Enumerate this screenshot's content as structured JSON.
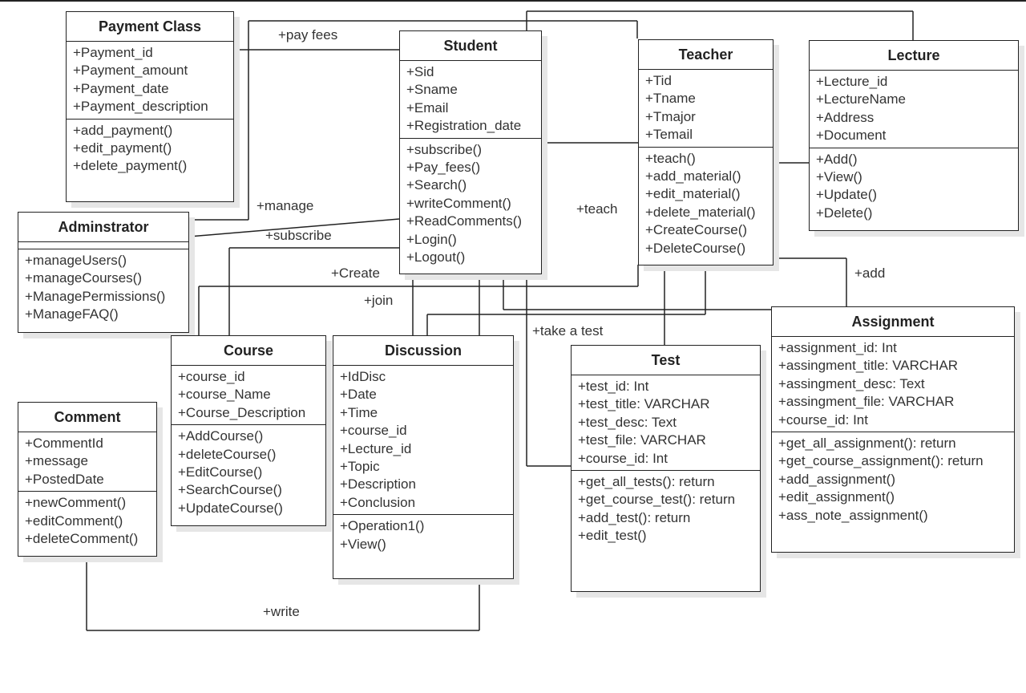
{
  "classes": {
    "payment": {
      "name": "Payment Class",
      "attributes": [
        "+Payment_id",
        "+Payment_amount",
        "+Payment_date",
        "+Payment_description"
      ],
      "operations": [
        "+add_payment()",
        "+edit_payment()",
        "+delete_payment()"
      ]
    },
    "student": {
      "name": "Student",
      "attributes": [
        "+Sid",
        "+Sname",
        "+Email",
        "+Registration_date"
      ],
      "operations": [
        "+subscribe()",
        "+Pay_fees()",
        "+Search()",
        "+writeComment()",
        "+ReadComments()",
        "+Login()",
        "+Logout()"
      ]
    },
    "teacher": {
      "name": "Teacher",
      "attributes": [
        "+Tid",
        "+Tname",
        "+Tmajor",
        "+Temail"
      ],
      "operations": [
        "+teach()",
        "+add_material()",
        "+edit_material()",
        "+delete_material()",
        "+CreateCourse()",
        "+DeleteCourse()"
      ]
    },
    "lecture": {
      "name": "Lecture",
      "attributes": [
        "+Lecture_id",
        "+LectureName",
        "+Address",
        "+Document"
      ],
      "operations": [
        "+Add()",
        "+View()",
        "+Update()",
        "+Delete()"
      ]
    },
    "admin": {
      "name": "Adminstrator",
      "attributes": [],
      "operations": [
        "+manageUsers()",
        "+manageCourses()",
        "+ManagePermissions()",
        "+ManageFAQ()"
      ]
    },
    "course": {
      "name": "Course",
      "attributes": [
        "+course_id",
        "+course_Name",
        "+Course_Description"
      ],
      "operations": [
        "+AddCourse()",
        "+deleteCourse()",
        "+EditCourse()",
        "+SearchCourse()",
        "+UpdateCourse()"
      ]
    },
    "discussion": {
      "name": "Discussion",
      "attributes": [
        "+IdDisc",
        "+Date",
        "+Time",
        "+course_id",
        "+Lecture_id",
        "+Topic",
        "+Description",
        "+Conclusion"
      ],
      "operations": [
        "+Operation1()",
        "+View()"
      ]
    },
    "comment": {
      "name": "Comment",
      "attributes": [
        "+CommentId",
        "+message",
        "+PostedDate"
      ],
      "operations": [
        "+newComment()",
        "+editComment()",
        "+deleteComment()"
      ]
    },
    "test": {
      "name": "Test",
      "attributes": [
        "+test_id: Int",
        "+test_title: VARCHAR",
        "+test_desc: Text",
        "+test_file: VARCHAR",
        "+course_id: Int"
      ],
      "operations": [
        "+get_all_tests(): return",
        "+get_course_test(): return",
        "+add_test(): return",
        "+edit_test()"
      ]
    },
    "assignment": {
      "name": "Assignment",
      "attributes": [
        "+assignment_id: Int",
        "+assingment_title: VARCHAR",
        "+assingment_desc: Text",
        "+assingment_file: VARCHAR",
        "+course_id: Int"
      ],
      "operations": [
        "+get_all_assignment(): return",
        "+get_course_assignment(): return",
        "+add_assignment()",
        "+edit_assignment()",
        "+ass_note_assignment()"
      ]
    }
  },
  "labels": {
    "pay_fees": "+pay fees",
    "manage": "+manage",
    "subscribe": "+subscribe",
    "create": "+Create",
    "join": "+join",
    "teach": "+teach",
    "take_test": "+take a test",
    "add": "+add",
    "write": "+write"
  }
}
